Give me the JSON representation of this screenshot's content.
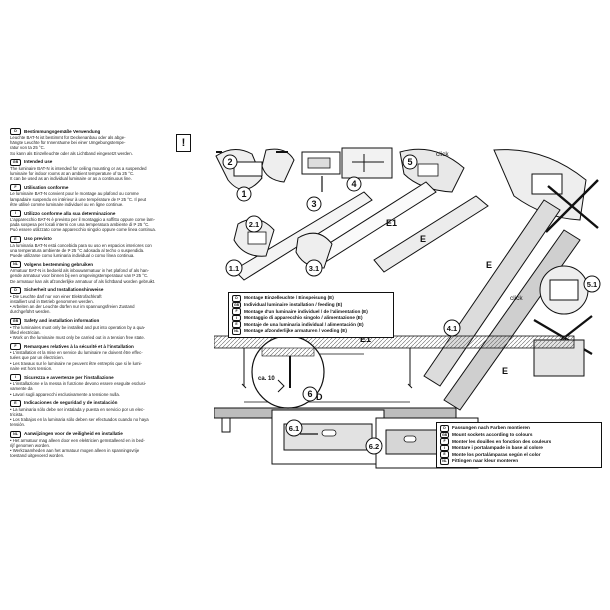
{
  "sections": [
    {
      "code": "D",
      "title": "Bestimmungsgemäße Verwendung",
      "body": "Leuchte BAT-N ist bestimmt für Deckenanbau oder als abge-\nhängte Leuchte für Innenräume bei einer Umgebungstempe-\nratur von ta 25 °C.\nSo kann als Einzelleuchte oder als Lichtband eingesetzt werden."
    },
    {
      "code": "GB",
      "title": "Intended use",
      "body": "The luminaire BAT-N is intended for ceiling mounting or as a suspended\nluminaire for indoor rooms at an ambient temperature of ta 25 °C.\nIt can be used as an individual luminaire or as a continuous line."
    },
    {
      "code": "F",
      "title": "Utilisation conforme",
      "body": "Le luminaire BAT-N convient pour le montage au plafond ou comme\nlampadaire suspendu en intérieur à une température de tª 25 °C. Il peut\nêtre utilisé comme luminaire individuel ou en ligne continue."
    },
    {
      "code": "I",
      "title": "Utilizzo conforme alla sua determinazione",
      "body": "L'apparecchio BAT-N è previsto per il montaggio a soffitto oppure come lam-\npada sospesa per locali interni con una temperatura ambiente di tª 25 °C.\nPuò essere utilizzato come apparecchio singolo oppure come linea continua."
    },
    {
      "code": "E",
      "title": "Uso previsto",
      "body": "La luminaria BAT-N está concebida para su uso en espacios interiores con\nuna temperatura ambiente de tª 25 °C adosada al techo o suspendida.\nPuede utilizarse como luminaria individual o como línea continua."
    },
    {
      "code": "NL",
      "title": "Volgens bestemming gebruiken",
      "body": "Armatuur BAT-N is bedoeld als inbouwarmatuur in het plafond of als han-\ngende armatuur voor binnen bij een omgevingstemperatuur van tª 25 °C.\nDe armatuur kan als afzonderlijke armatuur of als lichtband worden gebruikt."
    },
    {
      "code": "D",
      "title": "Sicherheit und Installationshinweise",
      "body": "• Die Leuchte darf nur von einer Elektrofachkraft\n  installiert und in Betrieb genommen werden.\n• Arbeiten an der Leuchte dürfen nur im spannungsfreien Zustand\n  durchgeführt werden."
    },
    {
      "code": "GB",
      "title": "Safety and installation information",
      "body": "• The luminaires must only be installed and put into operation by a qua-\n  lified electrician.\n• Work on the luminaire must only be carried out in a tension free state."
    },
    {
      "code": "F",
      "title": "Remarques relatives à la sécurité et à l'installation",
      "body": "• L'installation et la mise en service du luminaire ne doivent être effec-\n  tuées que par un électricien.\n• Les travaux sur le luminaire ne peuvent être entrepris que si le lumi-\n  naire est hors tension."
    },
    {
      "code": "I",
      "title": "Sicurezza e avvertenze per l'installazione",
      "body": "• L'installazione e la messa in funzione devono essere eseguite esclusi-\n  vamente da\n• Lavori sugli apparecchi esclusivamente a tensione nulla."
    },
    {
      "code": "E",
      "title": "Indicaciones de seguridad y de instalación",
      "body": "• La luminaria sólo debe ser instalada y puesta en servicio por un elec-\n  tricista.\n• Los trabajos en la luminaria sólo deben ser efectuados cuando no haya\n  tensión."
    },
    {
      "code": "NL",
      "title": "Aanwijzingen voor de veiligheid en installatie",
      "body": "• Het armatuur mag alleen door een elektricien geïnstalleerd en in bed-\n  rijf genomen worden.\n• Werkzaamheden aan het armatuur mogen alleen in spanningsvrije\n  toestand uitgevoerd worden."
    }
  ],
  "warning_symbol": "!",
  "caption1": [
    {
      "code": "D",
      "text": "Montage Einzelleuchte / Einspeisung (E)"
    },
    {
      "code": "GB",
      "text": "Individual luminaire installation / feeding (E)"
    },
    {
      "code": "F",
      "text": "Montage d'un luminaire individuel / de l'alimentation (E)"
    },
    {
      "code": "I",
      "text": "Montaggio di apparecchio singolo / alimentazione (E)"
    },
    {
      "code": "E",
      "text": "Montaje de una luminaria individual / alimentación (E)"
    },
    {
      "code": "NL",
      "text": "Montage afzonderlijke armaturen / voeding (E)"
    }
  ],
  "caption2": [
    {
      "code": "D",
      "text": "Fassungen nach Farben montieren"
    },
    {
      "code": "GB",
      "text": "Mount sockets according to colours"
    },
    {
      "code": "F",
      "text": "Monter les douilles en fonction des couleurs"
    },
    {
      "code": "I",
      "text": "Montare i portalampade in base al colore"
    },
    {
      "code": "E",
      "text": "Monte los portalámparas según el color"
    },
    {
      "code": "NL",
      "text": "Fittingen naar kleur monteren"
    }
  ],
  "figure_labels": {
    "s2": "2",
    "s1": "1",
    "s3": "3",
    "s4": "4",
    "s5": "5",
    "s21": "2.1",
    "s11": "1.1",
    "s31": "3.1",
    "s41": "4.1",
    "s51": "5.1",
    "s6": "6",
    "s61": "6.1",
    "s62": "6.2",
    "click1": "click",
    "click2": "click",
    "e1": "E",
    "e2": "E",
    "e3": "E",
    "e1a": "E1",
    "e1b": "E1",
    "d": "D",
    "ca10": "ca. 10"
  },
  "colors": {
    "ink": "#111111",
    "shade": "#cfcfcf",
    "dark": "#555555"
  }
}
